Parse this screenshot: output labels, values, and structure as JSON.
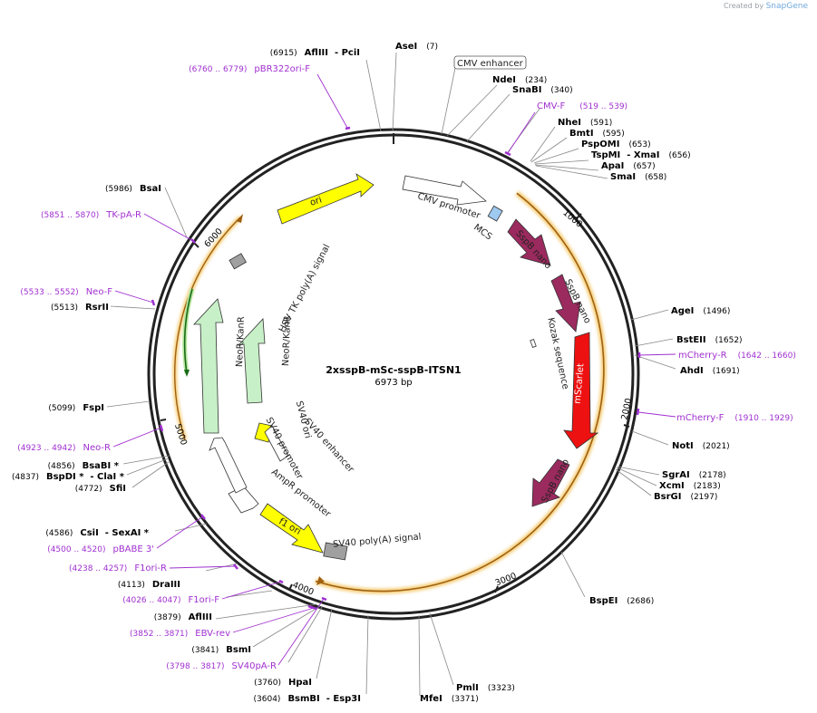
{
  "credit": {
    "prefix": "Created by",
    "brand": "SnapGene"
  },
  "plasmid": {
    "name": "2xsspB-mSc-sspB-ITSN1",
    "size_label": "6973 bp",
    "length": 6973
  },
  "ticks": [
    "1000",
    "2000",
    "3000",
    "4000",
    "5000",
    "6000"
  ],
  "sites": [
    {
      "name": "AseI",
      "pos": "(7)",
      "at": 7
    },
    {
      "name": "CMV enhancer",
      "pos": "",
      "at": 150,
      "boxed": true
    },
    {
      "name": "NdeI",
      "pos": "(234)",
      "at": 234
    },
    {
      "name": "SnaBI",
      "pos": "(340)",
      "at": 340
    },
    {
      "name": "CMV-F",
      "pos": "(519 .. 539)",
      "at": 529,
      "primer": true
    },
    {
      "name": "NheI",
      "pos": "(591)",
      "at": 591
    },
    {
      "name": "BmtI",
      "pos": "(595)",
      "at": 595
    },
    {
      "name": "PspOMI",
      "pos": "(653)",
      "at": 653
    },
    {
      "name": "TspMI  - XmaI",
      "pos": "(656)",
      "at": 656
    },
    {
      "name": "ApaI",
      "pos": "(657)",
      "at": 657
    },
    {
      "name": "SmaI",
      "pos": "(658)",
      "at": 658
    },
    {
      "name": "AgeI",
      "pos": "(1496)",
      "at": 1496
    },
    {
      "name": "BstEII",
      "pos": "(1652)",
      "at": 1652
    },
    {
      "name": "mCherry-R",
      "pos": "(1642 .. 1660)",
      "at": 1651,
      "primer": true
    },
    {
      "name": "AhdI",
      "pos": "(1691)",
      "at": 1691
    },
    {
      "name": "mCherry-F",
      "pos": "(1910 .. 1929)",
      "at": 1919,
      "primer": true
    },
    {
      "name": "NotI",
      "pos": "(2021)",
      "at": 2021
    },
    {
      "name": "SgrAI",
      "pos": "(2178)",
      "at": 2178
    },
    {
      "name": "XcmI",
      "pos": "(2183)",
      "at": 2183
    },
    {
      "name": "BsrGI",
      "pos": "(2197)",
      "at": 2197
    },
    {
      "name": "BspEI",
      "pos": "(2686)",
      "at": 2686
    },
    {
      "name": "PmlI",
      "pos": "(3323)",
      "at": 3323
    },
    {
      "name": "MfeI",
      "pos": "(3371)",
      "at": 3371
    },
    {
      "name": "BsmBI  - Esp3I",
      "pos": "(3604)",
      "at": 3604
    },
    {
      "name": "HpaI",
      "pos": "(3760)",
      "at": 3760
    },
    {
      "name": "SV40pA-R",
      "pos": "(3798 .. 3817)",
      "at": 3807,
      "primer": true
    },
    {
      "name": "BsmI",
      "pos": "(3841)",
      "at": 3841
    },
    {
      "name": "EBV-rev",
      "pos": "(3852 .. 3871)",
      "at": 3861,
      "primer": true
    },
    {
      "name": "AflIII",
      "pos": "(3879)",
      "at": 3879
    },
    {
      "name": "F1ori-F",
      "pos": "(4026 .. 4047)",
      "at": 4036,
      "primer": true
    },
    {
      "name": "DraIII",
      "pos": "(4113)",
      "at": 4113
    },
    {
      "name": "F1ori-R",
      "pos": "(4238 .. 4257)",
      "at": 4247,
      "primer": true
    },
    {
      "name": "pBABE 3'",
      "pos": "(4500 .. 4520)",
      "at": 4510,
      "primer": true
    },
    {
      "name": "CsiI  - SexAI *",
      "pos": "(4586)",
      "at": 4586
    },
    {
      "name": "SfiI",
      "pos": "(4772)",
      "at": 4772
    },
    {
      "name": "BspDI *  - ClaI *",
      "pos": "(4837)",
      "at": 4837
    },
    {
      "name": "BsaBI *",
      "pos": "(4856)",
      "at": 4856
    },
    {
      "name": "Neo-R",
      "pos": "(4923 .. 4942)",
      "at": 4932,
      "primer": true
    },
    {
      "name": "FspI",
      "pos": "(5099)",
      "at": 5099
    },
    {
      "name": "RsrII",
      "pos": "(5513)",
      "at": 5513
    },
    {
      "name": "Neo-F",
      "pos": "(5533 .. 5552)",
      "at": 5542,
      "primer": true
    },
    {
      "name": "TK-pA-R",
      "pos": "(5851 .. 5870)",
      "at": 5860,
      "primer": true
    },
    {
      "name": "BsaI",
      "pos": "(5986)",
      "at": 5986
    },
    {
      "name": "pBR322ori-F",
      "pos": "(6760 .. 6779)",
      "at": 6769,
      "primer": true
    },
    {
      "name": "AflIII  - PciI",
      "pos": "(6915)",
      "at": 6915
    }
  ],
  "features": [
    {
      "name": "CMV promoter",
      "color": "#ffffff"
    },
    {
      "name": "MCS",
      "color": "#9ec9f0"
    },
    {
      "name": "SspB nano",
      "color": "#9b2a5e"
    },
    {
      "name": "SspB nano",
      "color": "#9b2a5e"
    },
    {
      "name": "Kozak sequence",
      "color": "#000000"
    },
    {
      "name": "mScarlet",
      "color": "#ee1111"
    },
    {
      "name": "SspB nano",
      "color": "#9b2a5e"
    },
    {
      "name": "SV40 poly(A) signal",
      "color": "#a0a0a0"
    },
    {
      "name": "f1 ori",
      "color": "#ffff00"
    },
    {
      "name": "AmpR promoter",
      "color": "#ffffff"
    },
    {
      "name": "SV40 promoter",
      "color": "#ffffff"
    },
    {
      "name": "SV40 ori",
      "color": "#ffff00"
    },
    {
      "name": "SV40 enhancer",
      "color": "#ffffff"
    },
    {
      "name": "NeoR/KanR",
      "color": "#c8f0c8"
    },
    {
      "name": "NeoR/KanR",
      "color": "#c8f0c8"
    },
    {
      "name": "HSV TK poly(A) signal",
      "color": "#a0a0a0"
    },
    {
      "name": "ori",
      "color": "#ffff00"
    }
  ],
  "colors": {
    "primer": "#a030d0",
    "orange_arc": "#f0a020",
    "green_arc": "#2a8a2a"
  }
}
